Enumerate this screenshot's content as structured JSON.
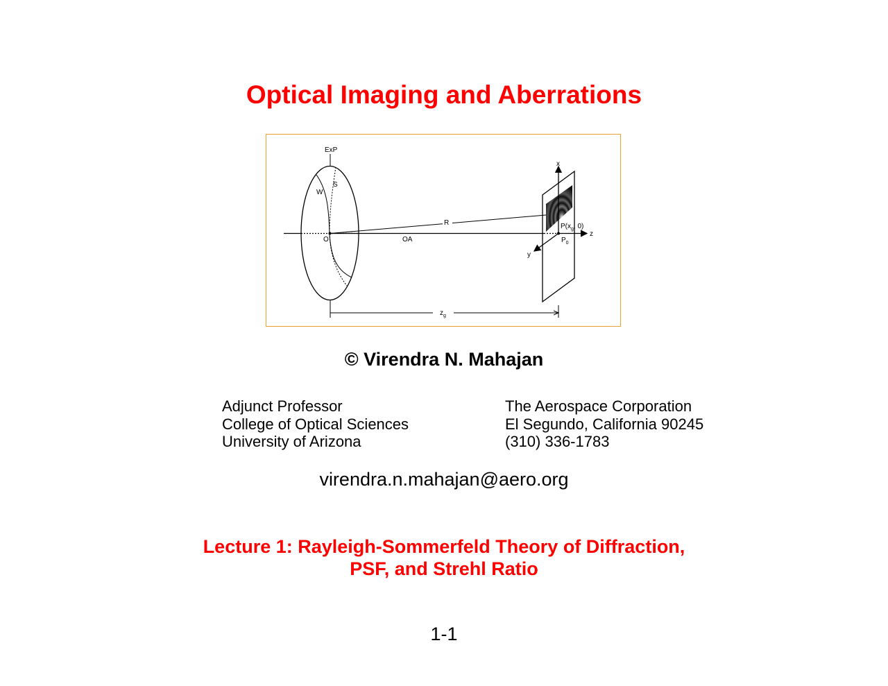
{
  "title": "Optical Imaging and Aberrations",
  "figure": {
    "labels": {
      "exit_pupil": "ExP",
      "wavefront": "W",
      "reference_sphere": "S",
      "origin": "O",
      "optical_axis": "OA",
      "radius": "R",
      "x_axis": "x",
      "y_axis": "y",
      "z_axis": "z",
      "point_p": {
        "main": "P(x",
        "sub": "g",
        "tail": ", 0)"
      },
      "point_p0": {
        "main": "P",
        "sub": "0"
      },
      "distance": {
        "main": "z",
        "sub": "g"
      }
    },
    "border_color": "#f0a030"
  },
  "author": "© Virendra N. Mahajan",
  "affiliation_left": [
    "Adjunct Professor",
    "College of Optical Sciences",
    "University of Arizona"
  ],
  "affiliation_right": [
    "The Aerospace Corporation",
    "El Segundo, California 90245",
    "(310) 336-1783"
  ],
  "email": "virendra.n.mahajan@aero.org",
  "lecture": [
    "Lecture 1: Rayleigh-Sommerfeld Theory of Diffraction,",
    "PSF, and Strehl Ratio"
  ],
  "page_number": "1-1",
  "colors": {
    "accent": "#ff0000"
  }
}
